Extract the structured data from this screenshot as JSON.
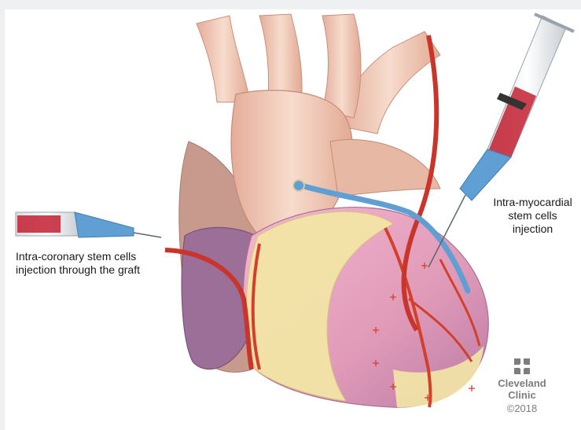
{
  "labels": {
    "left_line1": "Intra-coronary stem cells",
    "left_line2": "injection through the graft",
    "right_line1": "Intra-myocardial",
    "right_line2": "stem cells",
    "right_line3": "injection"
  },
  "brand": {
    "name_line1": "Cleveland",
    "name_line2": "Clinic",
    "copyright": "©2018"
  },
  "colors": {
    "aorta": "#f1c9b6",
    "myocardium_pink": "#e7a8c2",
    "fat_yellow": "#f3e7a6",
    "atrium_purple": "#9c6f98",
    "artery_red": "#d2402a",
    "vein_blue": "#5f9fd3",
    "blood": "#c32031"
  }
}
